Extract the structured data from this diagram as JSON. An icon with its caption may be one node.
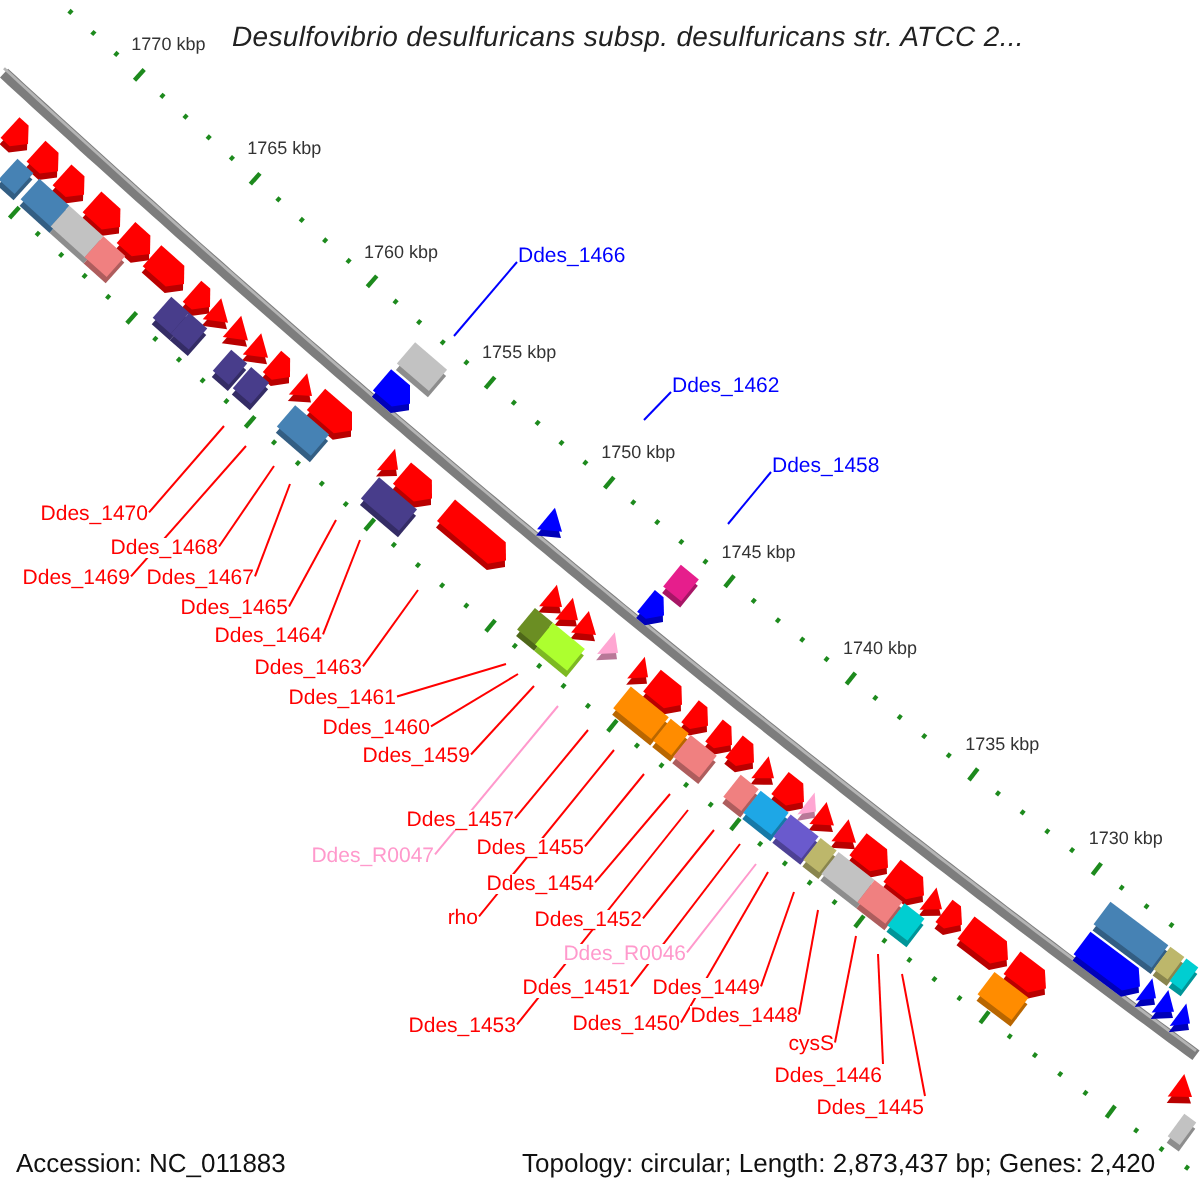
{
  "diagram": {
    "title": "Desulfovibrio desulfuricans subsp. desulfuricans str. ATCC 2...",
    "nodes": [
      {
        "text": [
          "Ddes_1466"
        ]
      },
      {
        "text": [
          "Ddes_1462"
        ]
      },
      {
        "text": [
          "Ddes_1458"
        ]
      },
      {
        "text": [
          "Ddes_1470"
        ]
      },
      {
        "text": [
          "Ddes_1468"
        ]
      },
      {
        "text": [
          "Ddes_1469"
        ]
      },
      {
        "text": [
          "Ddes_1467"
        ]
      },
      {
        "text": [
          "Ddes_1465"
        ]
      },
      {
        "text": [
          "Ddes_1464"
        ]
      },
      {
        "text": [
          "Ddes_1463"
        ]
      },
      {
        "text": [
          "Ddes_1461"
        ]
      },
      {
        "text": [
          "Ddes_1460"
        ]
      },
      {
        "text": [
          "Ddes_1459"
        ]
      },
      {
        "text": [
          "Ddes_1457"
        ]
      },
      {
        "text": [
          "Ddes_1455"
        ]
      },
      {
        "text": [
          "Ddes_R0047"
        ]
      },
      {
        "text": [
          "Ddes_1454"
        ]
      },
      {
        "text": [
          "rho"
        ]
      },
      {
        "text": [
          "Ddes_1452"
        ]
      },
      {
        "text": [
          "Ddes_R0046"
        ]
      },
      {
        "text": [
          "Ddes_1449"
        ]
      },
      {
        "text": [
          "Ddes_1451"
        ]
      },
      {
        "text": [
          "Ddes_1448"
        ]
      },
      {
        "text": [
          "Ddes_1450"
        ]
      },
      {
        "text": [
          "Ddes_1453"
        ]
      },
      {
        "text": [
          "cysS"
        ]
      },
      {
        "text": [
          "Ddes_1446"
        ]
      },
      {
        "text": [
          "Ddes_1445"
        ]
      }
    ],
    "edges": [
      {
        "from": 0,
        "to": null,
        "arrow": "none",
        "color": "#0000ff"
      },
      {
        "from": 1,
        "to": null,
        "arrow": "none",
        "color": "#0000ff"
      },
      {
        "from": 2,
        "to": null,
        "arrow": "none",
        "color": "#0000ff"
      },
      {
        "from": 3,
        "to": null,
        "arrow": "none"
      },
      {
        "from": 4,
        "to": null,
        "arrow": "none"
      },
      {
        "from": 5,
        "to": null,
        "arrow": "none"
      },
      {
        "from": 6,
        "to": null,
        "arrow": "none"
      },
      {
        "from": 7,
        "to": null,
        "arrow": "none"
      },
      {
        "from": 8,
        "to": null,
        "arrow": "none"
      },
      {
        "from": 9,
        "to": null,
        "arrow": "none"
      },
      {
        "from": 10,
        "to": null,
        "arrow": "none"
      },
      {
        "from": 11,
        "to": null,
        "arrow": "none"
      },
      {
        "from": 12,
        "to": null,
        "arrow": "none"
      },
      {
        "from": 13,
        "to": null,
        "arrow": "none"
      },
      {
        "from": 14,
        "to": null,
        "arrow": "none"
      },
      {
        "from": 15,
        "to": null,
        "arrow": "none",
        "color": "#ff99cc"
      },
      {
        "from": 16,
        "to": null,
        "arrow": "none"
      },
      {
        "from": 17,
        "to": null,
        "arrow": "none"
      },
      {
        "from": 18,
        "to": null,
        "arrow": "none"
      },
      {
        "from": 19,
        "to": null,
        "arrow": "none",
        "color": "#ff99cc"
      },
      {
        "from": 20,
        "to": null,
        "arrow": "none"
      },
      {
        "from": 21,
        "to": null,
        "arrow": "none"
      },
      {
        "from": 22,
        "to": null,
        "arrow": "none"
      },
      {
        "from": 23,
        "to": null,
        "arrow": "none"
      },
      {
        "from": 24,
        "to": null,
        "arrow": "none"
      },
      {
        "from": 25,
        "to": null,
        "arrow": "none"
      },
      {
        "from": 26,
        "to": null,
        "arrow": "none"
      },
      {
        "from": 27,
        "to": null,
        "arrow": "none"
      }
    ],
    "labels": [
      "1770 kbp",
      "1765 kbp",
      "1760 kbp",
      "1755 kbp",
      "1750 kbp",
      "1745 kbp",
      "1740 kbp",
      "1735 kbp",
      "1730 kbp",
      "Accession: NC_011883",
      "Topology: circular; Length: 2,873,437 bp; Genes: 2,420"
    ]
  }
}
